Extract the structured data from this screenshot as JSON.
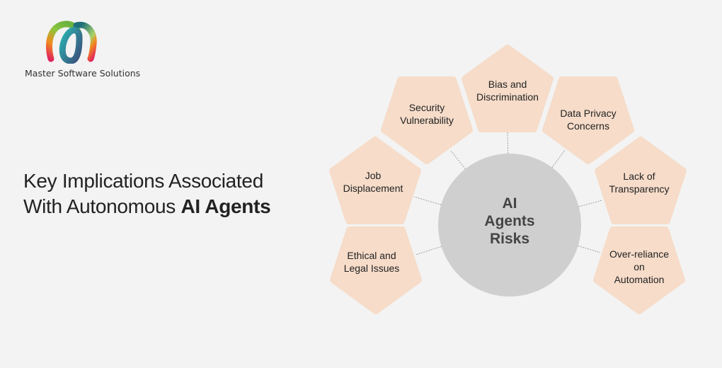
{
  "brand": {
    "name": "Master Software Solutions"
  },
  "title": {
    "line1": "Key Implications Associated",
    "line2_prefix": "With Autonomous ",
    "line2_bold": "AI Agents"
  },
  "diagram": {
    "center": [
      "AI",
      "Agents",
      "Risks"
    ],
    "risks": [
      {
        "id": "bias",
        "lines": [
          "Bias and",
          "Discrimination"
        ]
      },
      {
        "id": "security",
        "lines": [
          "Security",
          "Vulnerability"
        ]
      },
      {
        "id": "data-privacy",
        "lines": [
          "Data Privacy",
          "Concerns"
        ]
      },
      {
        "id": "job",
        "lines": [
          "Job",
          "Displacement"
        ]
      },
      {
        "id": "transparency",
        "lines": [
          "Lack of",
          "Transparency"
        ]
      },
      {
        "id": "ethical",
        "lines": [
          "Ethical and",
          "Legal Issues"
        ]
      },
      {
        "id": "over-reliance",
        "lines": [
          "Over-reliance",
          "on",
          "Automation"
        ]
      }
    ]
  },
  "colors": {
    "pentagon": "#f6dcc9",
    "circle": "#cfcfcf",
    "background": "#f3f3f3"
  }
}
